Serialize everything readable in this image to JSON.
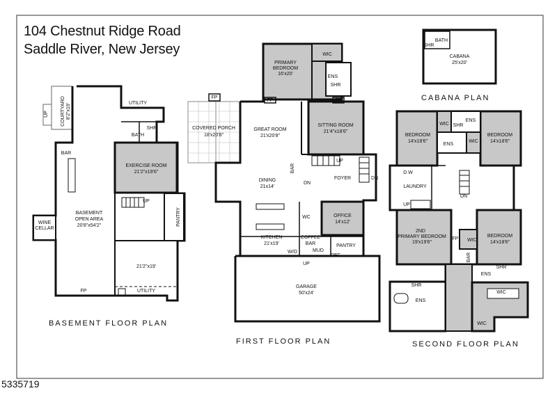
{
  "header": {
    "address_line1": "104 Chestnut Ridge Road",
    "address_line2": "Saddle River, New Jersey"
  },
  "plans": {
    "basement": "BASEMENT FLOOR PLAN",
    "first": "FIRST FLOOR PLAN",
    "second": "SECOND FLOOR PLAN",
    "cabana": "CABANA PLAN"
  },
  "basement_rooms": {
    "courtyard": "COURTYARD",
    "courtyard_dim": "8'2\"x19'",
    "utility_top": "UTILITY",
    "bath": "BATH",
    "shr": "SHR",
    "bar": "BAR",
    "exercise": "EXERCISE ROOM",
    "exercise_dim": "21'2\"x19'6\"",
    "basement": "BASEMENT",
    "open_area": "OPEN AREA",
    "open_area_dim": "20'8\"x54'2\"",
    "wine": "WINE",
    "cellar": "CELLAR",
    "pantry": "PANTRY",
    "unfinished_dim": "21'2\"x19'",
    "utility_bottom": "UTILITY",
    "fp": "FP",
    "up": "UP"
  },
  "first_rooms": {
    "primary": "PRIMARY",
    "bedroom": "BEDROOM",
    "primary_dim": "16'x20'",
    "wic": "WIC",
    "ens": "ENS",
    "shr": "SHR",
    "covered_porch": "COVERED PORCH",
    "covered_porch_dim": "18'x20'8\"",
    "great_room": "GREAT ROOM",
    "great_room_dim": "21'x20'8\"",
    "sitting_room": "SITTING ROOM",
    "sitting_room_dim": "21'4\"x18'6\"",
    "bar": "BAR",
    "foyer": "FOYER",
    "dining": "DINING",
    "dining_dim": "21x14'",
    "office": "OFFICE",
    "office_dim": "14'x12'",
    "wc": "WC",
    "kitchen": "KITCHEN",
    "kitchen_dim": "21'x19'",
    "coffee": "COFFEE",
    "coffee_bar": "BAR",
    "mud": "MUD",
    "pantry": "PANTRY",
    "garage": "GARAGE",
    "garage_dim": "50'x24'",
    "fp": "FP",
    "up": "UP",
    "dn": "DN",
    "wo": "W/O",
    "ref": "REF"
  },
  "second_rooms": {
    "bedroom_a": "BEDROOM",
    "bedroom_a_dim": "14'x18'6\"",
    "bedroom_b": "BEDROOM",
    "bedroom_b_dim": "14'x18'6\"",
    "wic": "WIC",
    "ens": "ENS",
    "shr": "SHR",
    "laundry": "LAUNDRY",
    "dw": "D  W",
    "up": "UP",
    "dn": "DN",
    "primary_2nd": "2ND",
    "primary_label": "PRIMARY BEDROOM",
    "primary_dim": "19'x19'6\"",
    "bedroom_c": "BEDROOM",
    "bedroom_c_dim": "14'x18'6\"",
    "fp": "FP",
    "bar": "BAR"
  },
  "cabana_rooms": {
    "bath": "BATH",
    "shr": "SHR",
    "cabana": "CABANA",
    "cabana_dim": "25'x20'"
  },
  "footer": {
    "listing_id": "5335719"
  }
}
